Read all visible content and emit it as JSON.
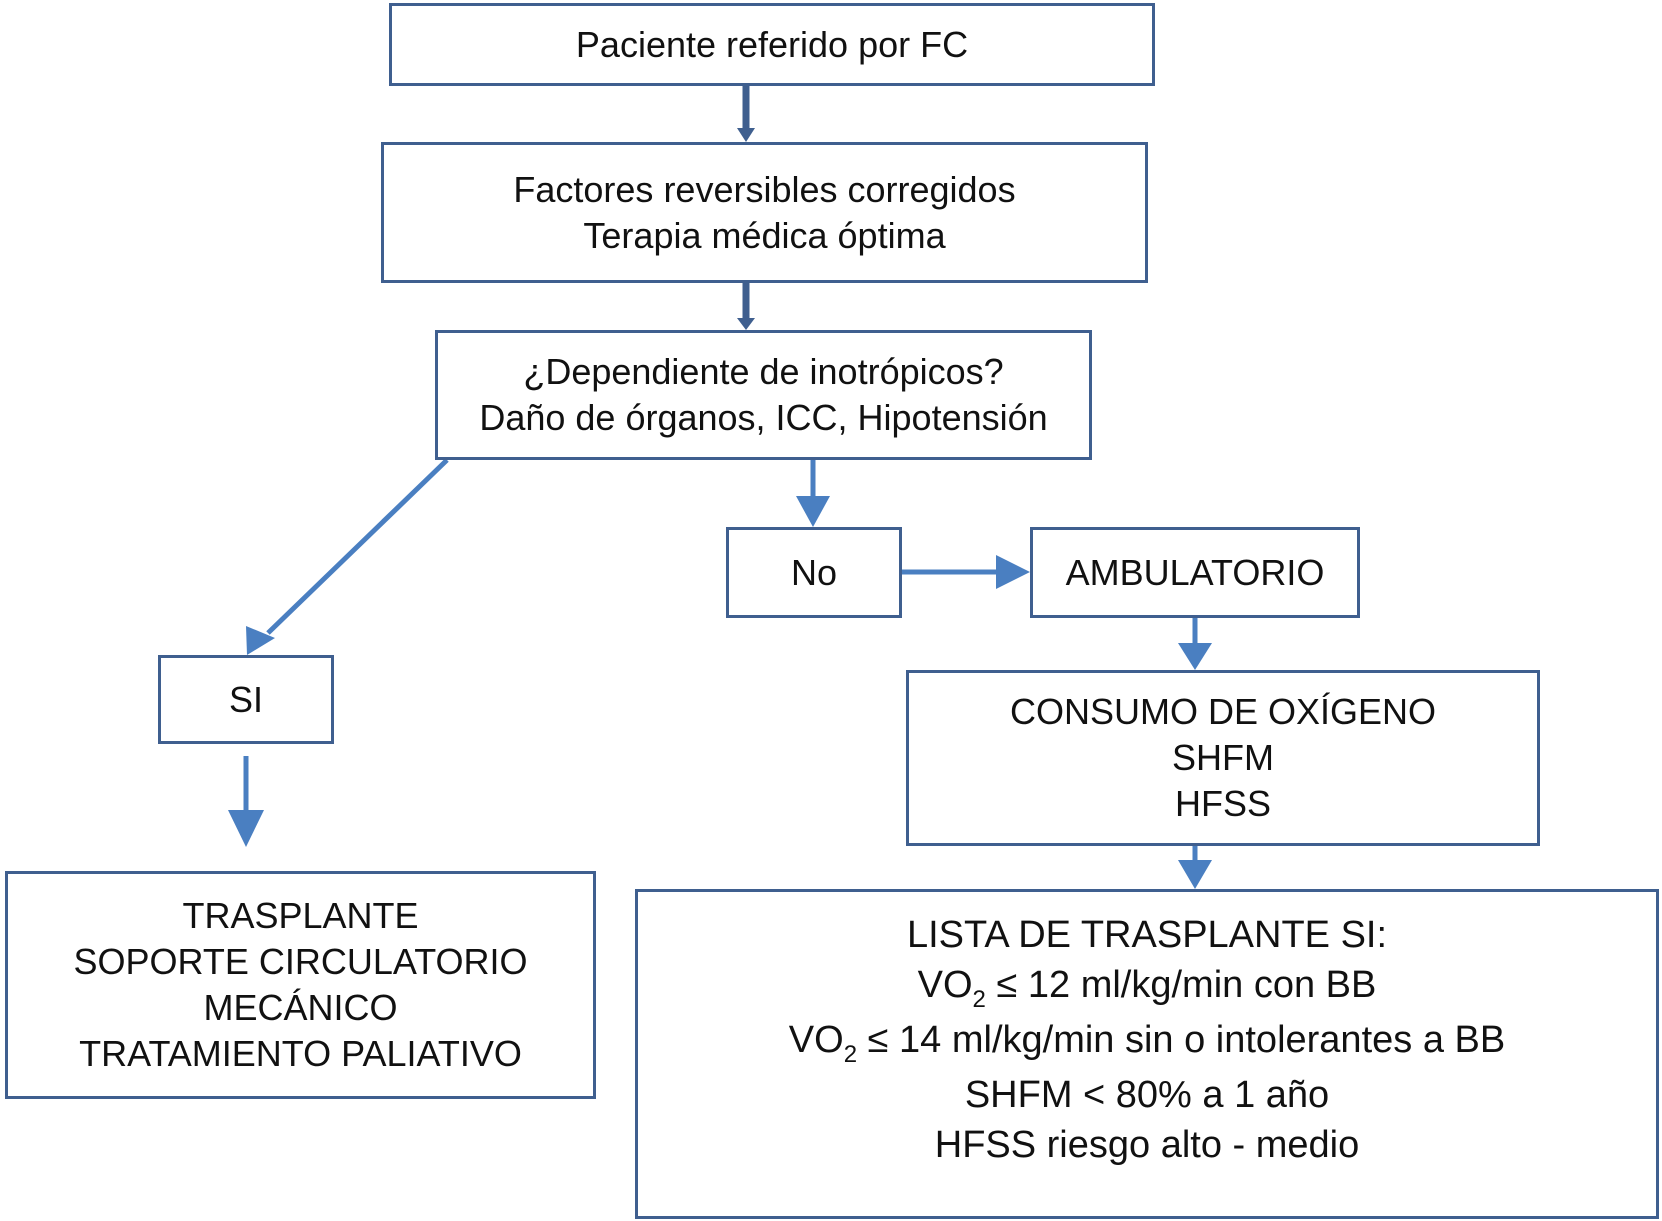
{
  "boxes": {
    "referral": {
      "line1": "Paciente referido por FC"
    },
    "optimized": {
      "line1": "Factores reversibles corregidos",
      "line2": "Terapia médica óptima"
    },
    "inotrope_question": {
      "line1": "¿Dependiente de inotrópicos?",
      "line2": "Daño de órganos, ICC, Hipotensión"
    },
    "no": {
      "label": "No"
    },
    "ambulatory": {
      "label": "AMBULATORIO"
    },
    "yes": {
      "label": "SI"
    },
    "tests": {
      "line1": "CONSUMO DE OXÍGENO",
      "line2": "SHFM",
      "line3": "HFSS"
    },
    "therapy": {
      "line1": "TRASPLANTE",
      "line2": "SOPORTE CIRCULATORIO",
      "line3": "MECÁNICO",
      "line4": "TRATAMIENTO PALIATIVO"
    },
    "listing": {
      "title": "LISTA DE TRASPLANTE SI:",
      "vo2_with_bb": {
        "prefix": "VO",
        "subscript": "2",
        "rest": " ≤ 12 ml/kg/min con BB"
      },
      "vo2_without_bb": {
        "prefix": "VO",
        "subscript": "2",
        "rest": " ≤ 14 ml/kg/min sin o intolerantes a BB"
      },
      "shfm": "SHFM < 80% a 1 año",
      "hfss": "HFSS riesgo alto - medio"
    }
  },
  "colors": {
    "border": "#3f5f8f",
    "arrow": "#4a7fc1",
    "text": "#111111",
    "background": "#ffffff"
  }
}
